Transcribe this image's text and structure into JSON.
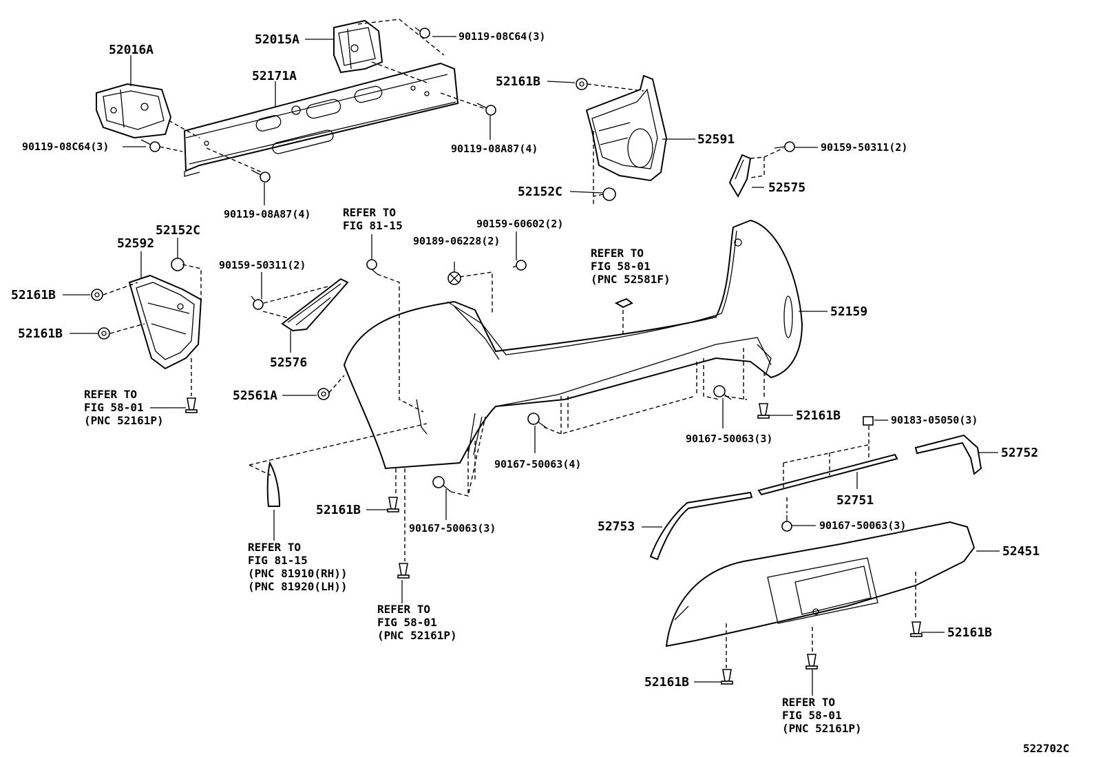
{
  "callouts": {
    "c52016A": "52016A",
    "c52015A": "52015A",
    "c52171A": "52171A",
    "b9011908C64_top": "90119-08C64(3)",
    "b9011908C64_left": "90119-08C64(3)",
    "b9011908A87_right": "90119-08A87(4)",
    "b9011908A87_left": "90119-08A87(4)",
    "c52161B_top": "52161B",
    "c52591": "52591",
    "b9015950311_right": "90159-50311(2)",
    "c52575": "52575",
    "c52152C_top": "52152C",
    "c52152C_left": "52152C",
    "c52592": "52592",
    "c52161B_l1": "52161B",
    "c52161B_l2": "52161B",
    "b9015950311_mid": "90159-50311(2)",
    "c52576": "52576",
    "b9015960602": "90159-60602(2)",
    "b9018906228": "90189-06228(2)",
    "c52159": "52159",
    "c52561A": "52561A",
    "c52161B_r1": "52161B",
    "b9016750063_a": "90167-50063(3)",
    "b9016750063_b": "90167-50063(4)",
    "b9016750063_c": "90167-50063(3)",
    "b9016750063_d": "90167-50063(3)",
    "b9018305050": "90183-05050(3)",
    "c52752": "52752",
    "c52751": "52751",
    "c52753": "52753",
    "c52451": "52451",
    "c52161B_b1": "52161B",
    "c52161B_b2": "52161B",
    "c52161B_b3": "52161B"
  },
  "refs": {
    "r_fig8115_top": [
      "REFER TO",
      "FIG 81-15"
    ],
    "r_fig5801_52581F": [
      "REFER TO",
      "FIG 58-01",
      "(PNC 52581F)"
    ],
    "r_fig5801_left": [
      "REFER TO",
      "FIG 58-01",
      "(PNC 52161P)"
    ],
    "r_fig8115_bottom": [
      "REFER TO",
      "FIG 81-15",
      "(PNC 81910(RH))",
      "(PNC 81920(LH))"
    ],
    "r_fig5801_mid": [
      "REFER TO",
      "FIG 58-01",
      "(PNC 52161P)"
    ],
    "r_fig5801_right": [
      "REFER TO",
      "FIG 58-01",
      "(PNC 52161P)"
    ]
  },
  "diagram_code": "522702C"
}
